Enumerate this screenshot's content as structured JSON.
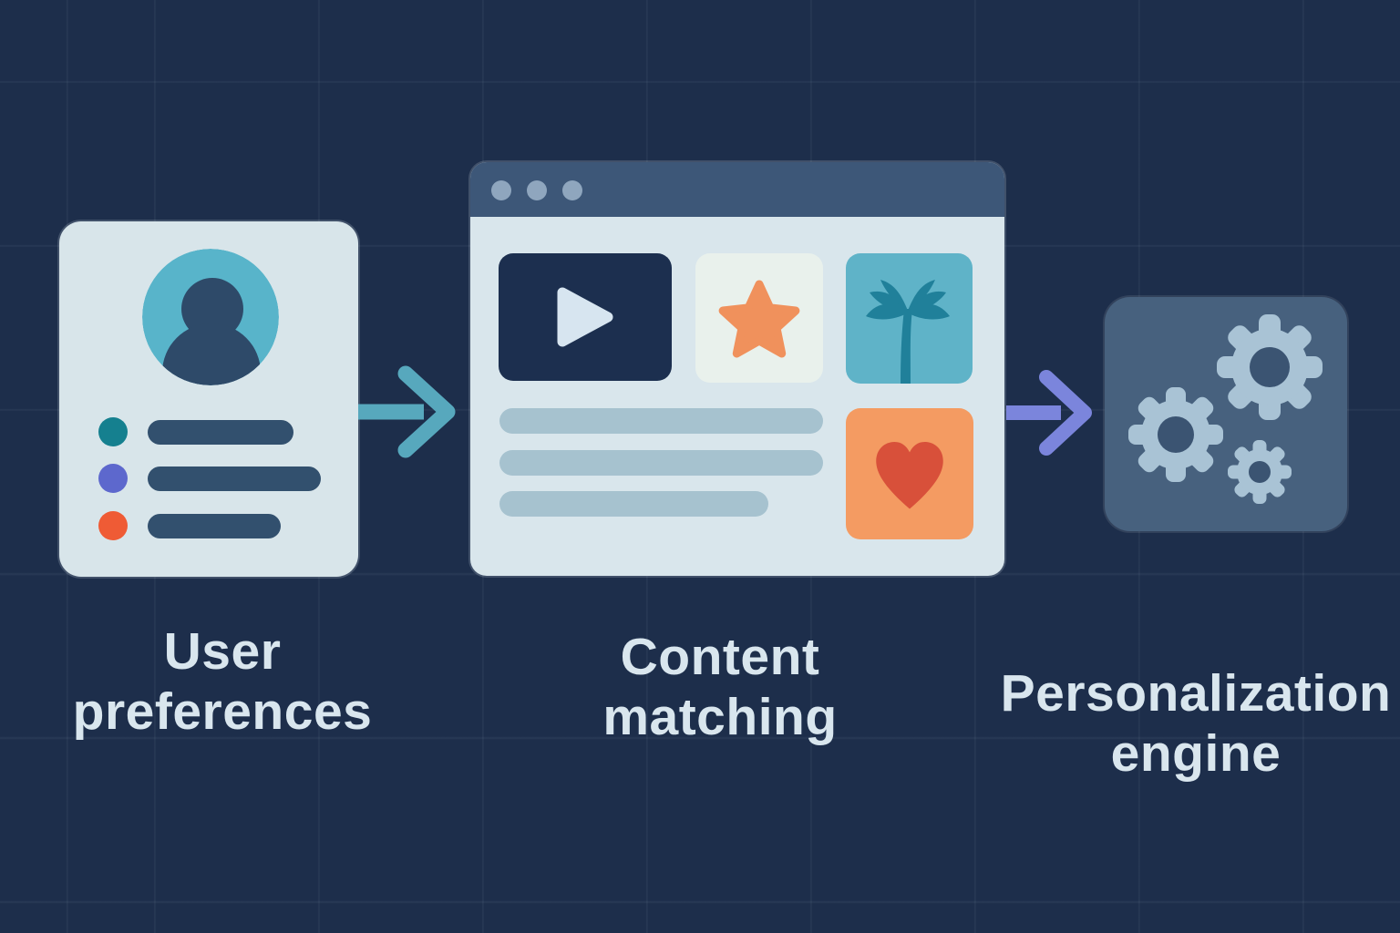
{
  "diagram_title": "User preferences to content matching to personalization engine flow",
  "palette": {
    "navy-bg": "#1d2e4b",
    "card-bg": "#d8e5ea",
    "titlebar": "#3d5778",
    "browser-body": "#d9e6ec",
    "video-tile": "#1c2f4f",
    "play": "#d7e5f0",
    "star-tile": "#e9f1ec",
    "star": "#f0915c",
    "palm-tile": "#5fb3c8",
    "palm": "#20809a",
    "heart-tile": "#f49b62",
    "heart": "#d8503a",
    "text-line": "#a6c2cf",
    "avatar-bg": "#58b4ca",
    "person": "#2e4a69",
    "card-bar": "#32506e",
    "dot-teal": "#15808f",
    "dot-purple": "#5d68cd",
    "dot-orange": "#ef5b35",
    "win-dot": "#8fa6be",
    "arrow-teal": "#57a8bd",
    "arrow-purple": "#7b85dc",
    "gearbox": "#47617e",
    "gear": "#a9c3d5",
    "label": "#d9e6ee"
  },
  "nodes": [
    {
      "id": "user-preferences",
      "label": "User preferences",
      "icons": [
        "user-avatar-icon",
        "teal-bullet",
        "purple-bullet",
        "orange-bullet"
      ],
      "rows": 3
    },
    {
      "id": "content-matching",
      "label": "Content matching",
      "icons": [
        "video-play-icon",
        "star-icon",
        "palm-tree-icon",
        "heart-icon"
      ],
      "window_dots": 3,
      "text_lines": 3
    },
    {
      "id": "personalization-engine",
      "label": "Personalization engine",
      "icons": [
        "gear-icon-large",
        "gear-icon-medium",
        "gear-icon-small"
      ]
    }
  ],
  "arrows": [
    {
      "from": "user-preferences",
      "to": "content-matching",
      "color": "#57a8bd"
    },
    {
      "from": "content-matching",
      "to": "personalization-engine",
      "color": "#7b85dc"
    }
  ]
}
